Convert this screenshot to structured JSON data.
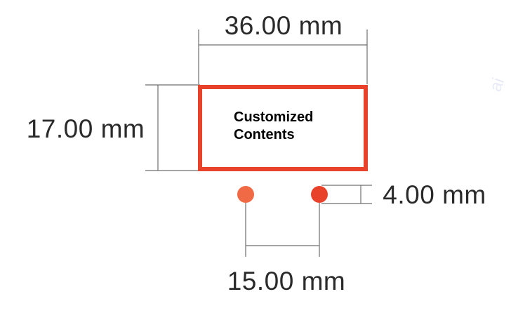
{
  "dimensions": {
    "width": "36.00 mm",
    "height": "17.00 mm",
    "dot_diameter": "4.00 mm",
    "dot_spacing": "15.00 mm"
  },
  "label": {
    "line1": "Customized",
    "line2": "Contents"
  },
  "colors": {
    "frame": "#e8432a",
    "dot_left": "#f06a45",
    "dot_right": "#e8432a",
    "dimension_line": "#6f6f6f",
    "text": "#2a2a2a"
  }
}
